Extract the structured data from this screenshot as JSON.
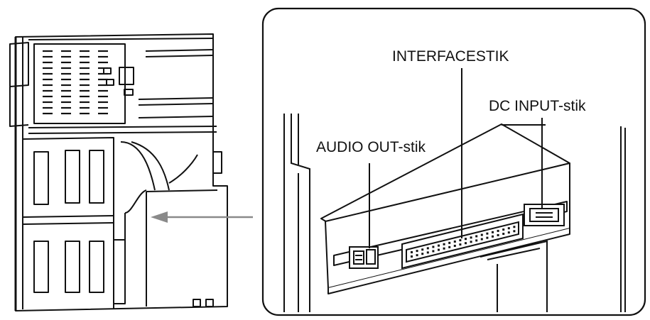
{
  "labels": {
    "interface_connector": "INTERFACESTIK",
    "dc_input_connector": "DC INPUT-stik",
    "audio_out_connector": "AUDIO OUT-stik"
  },
  "colors": {
    "line": "#111111",
    "arrow": "#8a8a8a",
    "background": "#ffffff"
  }
}
